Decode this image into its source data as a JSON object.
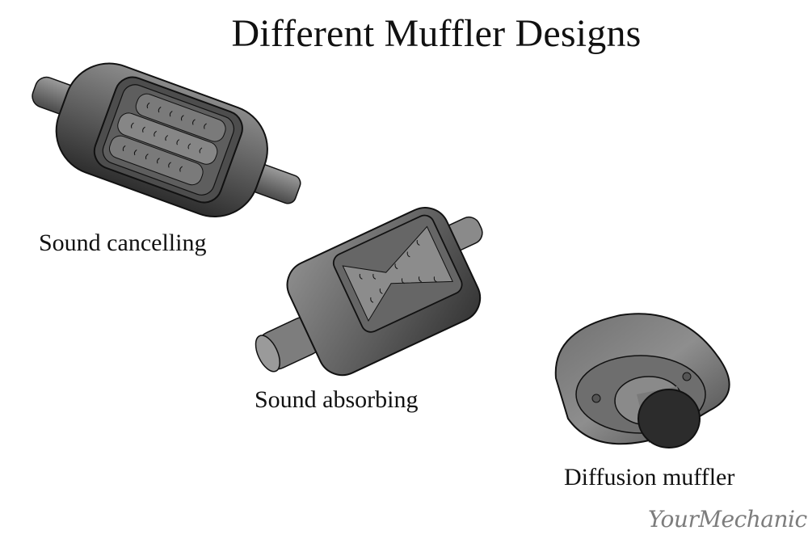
{
  "title": "Different Muffler Designs",
  "items": [
    {
      "id": "sound-cancelling",
      "label": "Sound cancelling",
      "illustration": "muffler-sound-cancelling-icon"
    },
    {
      "id": "sound-absorbing",
      "label": "Sound absorbing",
      "illustration": "muffler-sound-absorbing-icon"
    },
    {
      "id": "diffusion-muffler",
      "label": "Diffusion muffler",
      "illustration": "muffler-diffusion-icon"
    }
  ],
  "watermark": "YourMechanic",
  "colors": {
    "background": "#ffffff",
    "body_dark": "#3a3a3a",
    "body_mid": "#6b6b6b",
    "body_light": "#9a9a9a",
    "outline": "#111111",
    "watermark": "#7d7d7d"
  }
}
